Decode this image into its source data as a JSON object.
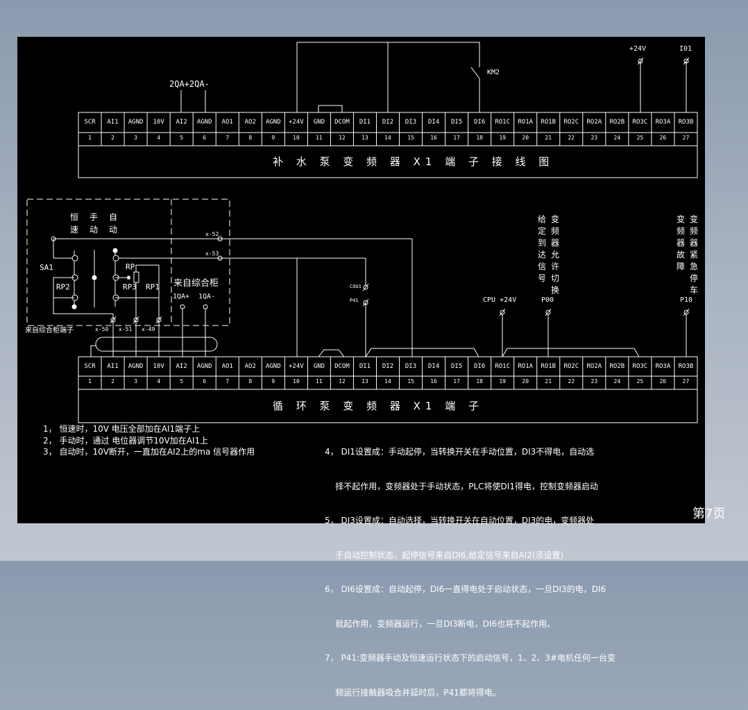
{
  "drawing": {
    "top_block": {
      "title": "补 水 泵 变 频 器 X1 端 子 接 线 图",
      "terminals": [
        {
          "name": "SCR",
          "no": "1"
        },
        {
          "name": "AI1",
          "no": "2"
        },
        {
          "name": "AGND",
          "no": "3"
        },
        {
          "name": "10V",
          "no": "4"
        },
        {
          "name": "AI2",
          "no": "5"
        },
        {
          "name": "AGND",
          "no": "6"
        },
        {
          "name": "AO1",
          "no": "7"
        },
        {
          "name": "AO2",
          "no": "8"
        },
        {
          "name": "AGND",
          "no": "9"
        },
        {
          "name": "+24V",
          "no": "10"
        },
        {
          "name": "GND",
          "no": "11"
        },
        {
          "name": "DCOM",
          "no": "12"
        },
        {
          "name": "DI1",
          "no": "13"
        },
        {
          "name": "DI2",
          "no": "14"
        },
        {
          "name": "DI3",
          "no": "15"
        },
        {
          "name": "DI4",
          "no": "16"
        },
        {
          "name": "DI5",
          "no": "17"
        },
        {
          "name": "DI6",
          "no": "18"
        },
        {
          "name": "RO1C",
          "no": "19"
        },
        {
          "name": "RO1A",
          "no": "20"
        },
        {
          "name": "RO1B",
          "no": "21"
        },
        {
          "name": "RO2C",
          "no": "22"
        },
        {
          "name": "RO2A",
          "no": "23"
        },
        {
          "name": "RO2B",
          "no": "24"
        },
        {
          "name": "RO3C",
          "no": "25"
        },
        {
          "name": "RO3A",
          "no": "26"
        },
        {
          "name": "RO3B",
          "no": "27"
        }
      ],
      "labels": {
        "qa": "2QA+2QA-",
        "km2": "KM2",
        "plus24v": "+24V",
        "io1": "I01"
      }
    },
    "bottom_block": {
      "title": "循 环 泵 变 频 器 X1 端 子",
      "terminals": [
        {
          "name": "SCR",
          "no": "1"
        },
        {
          "name": "AI1",
          "no": "2"
        },
        {
          "name": "AGND",
          "no": "3"
        },
        {
          "name": "10V",
          "no": "4"
        },
        {
          "name": "AI2",
          "no": "5"
        },
        {
          "name": "AGND",
          "no": "6"
        },
        {
          "name": "AO1",
          "no": "7"
        },
        {
          "name": "AO2",
          "no": "8"
        },
        {
          "name": "AGND",
          "no": "9"
        },
        {
          "name": "+24V",
          "no": "10"
        },
        {
          "name": "GND",
          "no": "11"
        },
        {
          "name": "DCOM",
          "no": "12"
        },
        {
          "name": "DI1",
          "no": "13"
        },
        {
          "name": "DI2",
          "no": "14"
        },
        {
          "name": "DI3",
          "no": "15"
        },
        {
          "name": "DI4",
          "no": "16"
        },
        {
          "name": "DI5",
          "no": "17"
        },
        {
          "name": "DI6",
          "no": "18"
        },
        {
          "name": "RO1C",
          "no": "19"
        },
        {
          "name": "RO1A",
          "no": "20"
        },
        {
          "name": "RO1B",
          "no": "21"
        },
        {
          "name": "RO2C",
          "no": "22"
        },
        {
          "name": "RO2A",
          "no": "23"
        },
        {
          "name": "RO2B",
          "no": "24"
        },
        {
          "name": "RO3C",
          "no": "25"
        },
        {
          "name": "RO3A",
          "no": "26"
        },
        {
          "name": "RO3B",
          "no": "27"
        }
      ]
    },
    "switch_panel": {
      "mode_row1": [
        "恒",
        "手",
        "自"
      ],
      "mode_row2": [
        "速",
        "动",
        "动"
      ],
      "sa1": "SA1",
      "rp": "RP",
      "rp1": "RP1",
      "rp2": "RP2",
      "rp3": "RP3",
      "from_cabinet": "来自综合柜",
      "qa_plus": "1QA+",
      "qa_minus": "1QA-",
      "from_cabinet_terminal": "来自综合柜端子",
      "x52": "x-52",
      "x53": "x-53",
      "x50": "x-50",
      "x51": "x-51",
      "x49": "x-49"
    },
    "signals": {
      "cou1": "COU1",
      "p41": "P41",
      "cpu24v": "CPU +24V",
      "p00": "P00",
      "p10": "P10",
      "p00_col1": [
        "给",
        "定",
        "到",
        "达",
        "信",
        "号"
      ],
      "p00_col2": [
        "变",
        "频",
        "器",
        "允",
        "许",
        "切",
        "换"
      ],
      "p10_col1": [
        "变",
        "频",
        "器",
        "故",
        "障"
      ],
      "p10_col2": [
        "变",
        "频",
        "器",
        "紧",
        "急",
        "停",
        "车"
      ]
    },
    "notes_left": [
      "1， 恒速时，10V 电压全部加在AI1端子上",
      "2， 手动时，通过 电位器调节10V加在AI1上",
      "3， 自动时，10V断开，一直加在AI2上的ma 信号器作用"
    ],
    "notes_right": [
      "4， DI1设置成：手动起停，当转换开关在手动位置，DI3不得电，自动选",
      "    择不起作用，变频器处于手动状态，PLC将使DI1得电，控制变频器启动",
      "5， DI3设置成：自动选择，当转换开关在自动位置，DI3的电，变频器处",
      "    于自动控制状态，起停信号来自DI6,给定信号来自AI2(须设置)",
      "6， DI6设置成：自动起停，DI6一直得电处于启动状态，一旦DI3的电，DI6",
      "    就起作用，变频器运行，一旦DI3断电，DI6也将不起作用。",
      "7， P41:变频器手动及恒速运行状态下的启动信号，1、2、3#电机任何一台变",
      "    频运行接触器吸合并延时后，P41都将得电。"
    ],
    "page_label": "第7页"
  }
}
